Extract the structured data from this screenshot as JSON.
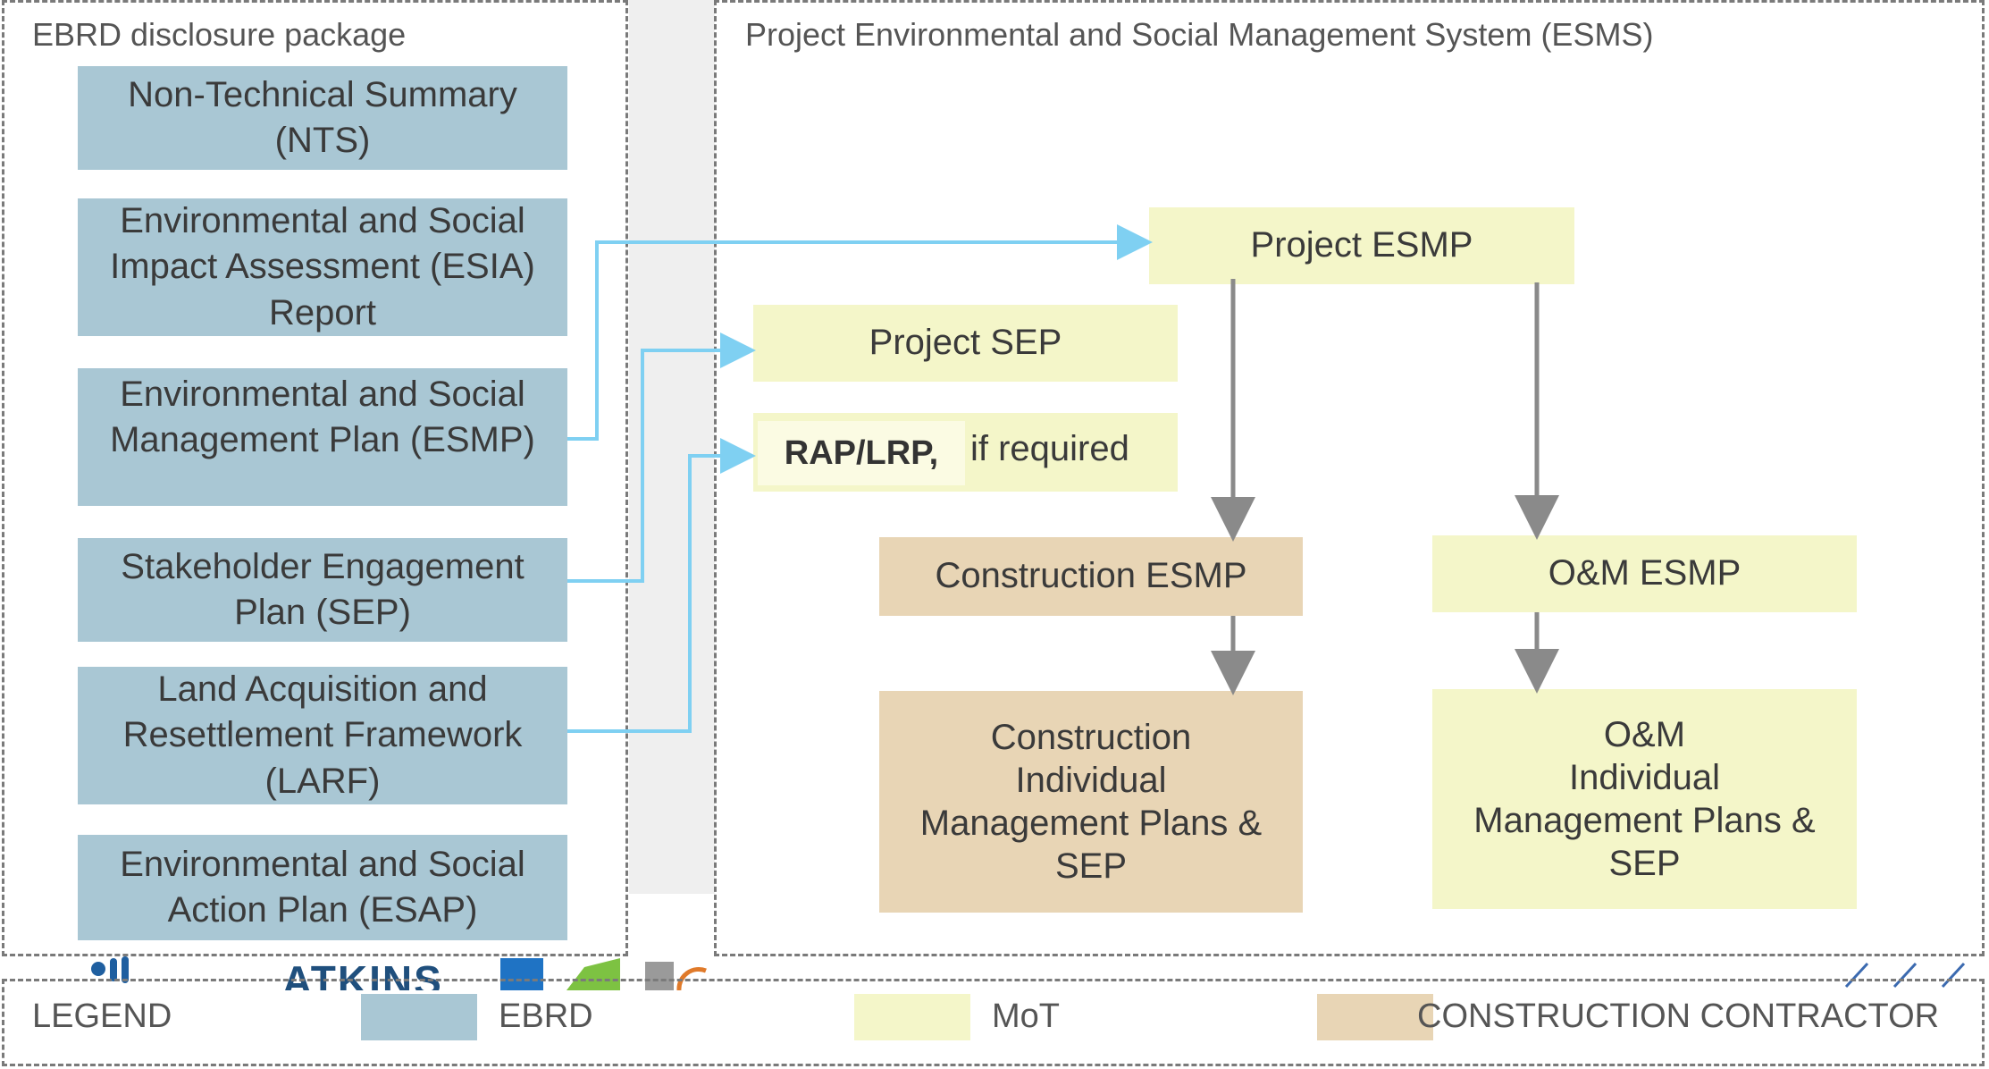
{
  "colors": {
    "ebrd": "#a9c7d4",
    "mot": "#f4f6c9",
    "construction_contractor": "#e8d5b5",
    "connector_blue": "#7fd0f2",
    "connector_grey": "#8a8a8a"
  },
  "left_panel": {
    "title": "EBRD disclosure package",
    "boxes": [
      {
        "lines": [
          "Non-Technical Summary",
          "(NTS)"
        ]
      },
      {
        "lines": [
          "Environmental and Social",
          "Impact Assessment (ESIA)",
          "Report"
        ]
      },
      {
        "lines": [
          "Environmental and Social",
          "Management Plan (ESMP)"
        ]
      },
      {
        "lines": [
          "Stakeholder Engagement",
          "Plan (SEP)"
        ]
      },
      {
        "lines": [
          "Land Acquisition and",
          "Resettlement Framework",
          "(LARF)"
        ]
      },
      {
        "lines": [
          "Environmental and Social",
          "Action Plan (ESAP)"
        ]
      }
    ]
  },
  "right_panel": {
    "title": "Project Environmental and Social Management System (ESMS)",
    "project_esmp": "Project ESMP",
    "project_sep": "Project SEP",
    "rap_label": "RAP/LRP,",
    "rap_suffix": "if required",
    "construction_esmp": "Construction ESMP",
    "om_esmp": "O&M ESMP",
    "construction_plans": [
      "Construction",
      "Individual",
      "Management Plans &",
      "SEP"
    ],
    "om_plans": [
      "O&M",
      "Individual",
      "Management Plans &",
      "SEP"
    ]
  },
  "logos": {
    "atkins": "ATKINS"
  },
  "legend": {
    "title": "LEGEND",
    "items": [
      {
        "label": "EBRD",
        "color": "#a9c7d4"
      },
      {
        "label": "MoT",
        "color": "#f4f6c9"
      },
      {
        "label": "CONSTRUCTION CONTRACTOR",
        "color": "#e8d5b5"
      }
    ]
  }
}
